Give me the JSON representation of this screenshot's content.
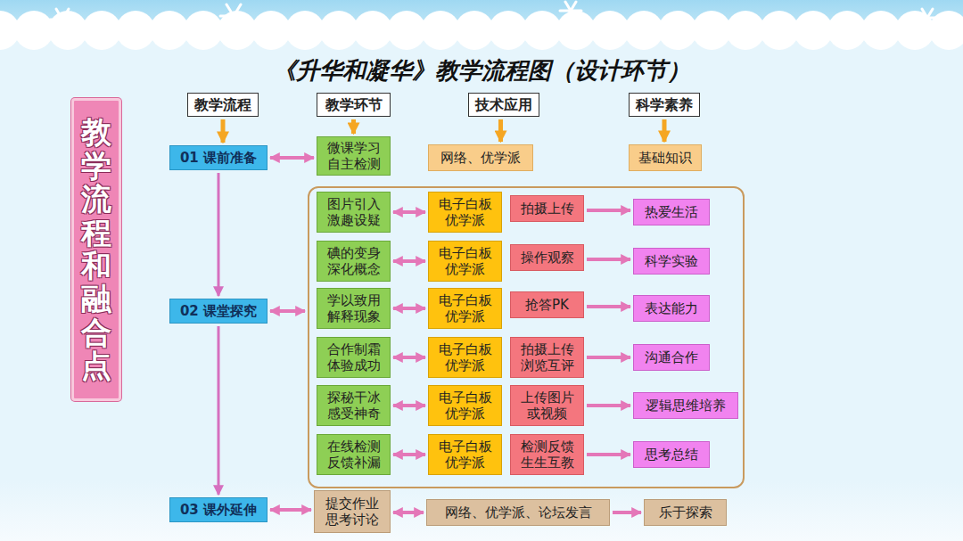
{
  "diagram": {
    "title": "《升华和凝华》教学流程图（设计环节）",
    "nodes": [
      {
        "text": [
          "教学流程和融合点"
        ]
      },
      {
        "text": [
          "教学流程"
        ]
      },
      {
        "text": [
          "教学环节"
        ]
      },
      {
        "text": [
          "技术应用"
        ]
      },
      {
        "text": [
          "科学素养"
        ]
      },
      {
        "text": [
          "01 课前准备"
        ]
      },
      {
        "text": [
          "微课学习 自主检测"
        ]
      },
      {
        "text": [
          "网络、优学派"
        ]
      },
      {
        "text": [
          "基础知识"
        ]
      },
      {
        "text": [
          "02 课堂探究"
        ]
      },
      {
        "text": []
      },
      {
        "text": [
          "图片引入 激趣设疑"
        ],
        "in": 10
      },
      {
        "text": [
          "电子白板 优学派"
        ],
        "in": 10
      },
      {
        "text": [
          "拍摄上传"
        ],
        "in": 10
      },
      {
        "text": [
          "热爱生活"
        ],
        "in": 10
      },
      {
        "text": [
          "碘的变身 深化概念"
        ],
        "in": 10
      },
      {
        "text": [
          "电子白板 优学派"
        ],
        "in": 10
      },
      {
        "text": [
          "操作观察"
        ],
        "in": 10
      },
      {
        "text": [
          "科学实验"
        ],
        "in": 10
      },
      {
        "text": [
          "学以致用 解释现象"
        ],
        "in": 10
      },
      {
        "text": [
          "电子白板 优学派"
        ],
        "in": 10
      },
      {
        "text": [
          "抢答PK"
        ],
        "in": 10
      },
      {
        "text": [
          "表达能力"
        ],
        "in": 10
      },
      {
        "text": [
          "合作制霜 体验成功"
        ],
        "in": 10
      },
      {
        "text": [
          "电子白板 优学派"
        ],
        "in": 10
      },
      {
        "text": [
          "拍摄上传 浏览互评"
        ],
        "in": 10
      },
      {
        "text": [
          "沟通合作"
        ],
        "in": 10
      },
      {
        "text": [
          "探秘干冰 感受神奇"
        ],
        "in": 10
      },
      {
        "text": [
          "电子白板 优学派"
        ],
        "in": 10
      },
      {
        "text": [
          "上传图片 或视频"
        ],
        "in": 10
      },
      {
        "text": [
          "逻辑思维培养"
        ],
        "in": 10
      },
      {
        "text": [
          "在线检测 反馈补漏"
        ],
        "in": 10
      },
      {
        "text": [
          "电子白板 优学派"
        ],
        "in": 10
      },
      {
        "text": [
          "检测反馈 生生互教"
        ],
        "in": 10
      },
      {
        "text": [
          "思考总结"
        ],
        "in": 10
      },
      {
        "text": [
          "03 课外延伸"
        ]
      },
      {
        "text": [
          "提交作业 思考讨论"
        ]
      },
      {
        "text": [
          "网络、优学派、论坛发言"
        ]
      },
      {
        "text": [
          "乐于探索"
        ]
      }
    ],
    "edges": [
      {
        "from": 1,
        "to": 5,
        "arrow": "to"
      },
      {
        "from": 2,
        "to": 6,
        "arrow": "to"
      },
      {
        "from": 3,
        "to": 7,
        "arrow": "to"
      },
      {
        "from": 4,
        "to": 8,
        "arrow": "to"
      },
      {
        "from": 5,
        "to": 6,
        "arrow": "both"
      },
      {
        "from": 5,
        "to": 9,
        "arrow": "to"
      },
      {
        "from": 9,
        "to": 35,
        "arrow": "to"
      },
      {
        "from": 9,
        "to": 10,
        "arrow": "both"
      },
      {
        "from": 11,
        "to": 12,
        "arrow": "both"
      },
      {
        "from": 13,
        "to": 14,
        "arrow": "to"
      },
      {
        "from": 15,
        "to": 16,
        "arrow": "both"
      },
      {
        "from": 17,
        "to": 18,
        "arrow": "to"
      },
      {
        "from": 19,
        "to": 20,
        "arrow": "both"
      },
      {
        "from": 21,
        "to": 22,
        "arrow": "to"
      },
      {
        "from": 23,
        "to": 24,
        "arrow": "both"
      },
      {
        "from": 25,
        "to": 26,
        "arrow": "to"
      },
      {
        "from": 27,
        "to": 28,
        "arrow": "both"
      },
      {
        "from": 29,
        "to": 30,
        "arrow": "to"
      },
      {
        "from": 31,
        "to": 32,
        "arrow": "both"
      },
      {
        "from": 33,
        "to": 34,
        "arrow": "to"
      },
      {
        "from": 35,
        "to": 36,
        "arrow": "both"
      },
      {
        "from": 36,
        "to": 37,
        "arrow": "both"
      },
      {
        "from": 37,
        "to": 38,
        "arrow": "to"
      }
    ]
  }
}
